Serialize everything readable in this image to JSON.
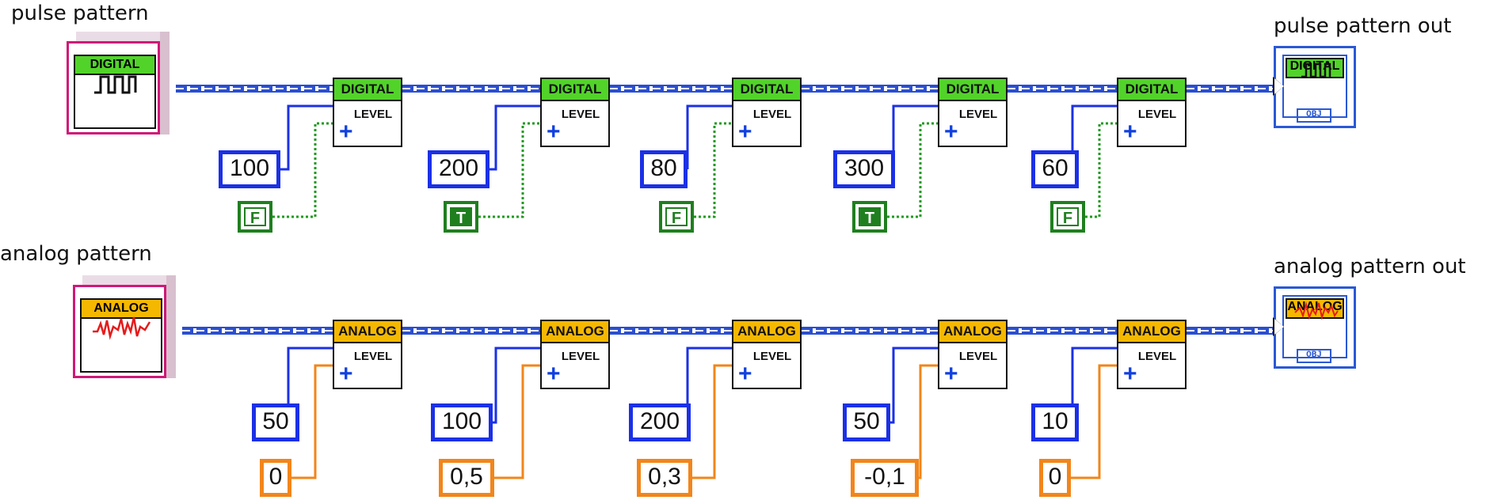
{
  "labels": {
    "pulse_in": "pulse pattern",
    "analog_in": "analog pattern",
    "pulse_out": "pulse pattern out",
    "analog_out": "analog pattern out"
  },
  "type_labels": {
    "digital": "DIGITAL",
    "analog": "ANALOG",
    "level": "LEVEL",
    "obj": "OBJ"
  },
  "digital_row": {
    "counts": [
      "100",
      "200",
      "80",
      "300",
      "60"
    ],
    "levels": [
      "F",
      "T",
      "F",
      "T",
      "F"
    ]
  },
  "analog_row": {
    "counts": [
      "50",
      "100",
      "200",
      "50",
      "10"
    ],
    "levels": [
      "0",
      "0,5",
      "0,3",
      "-0,1",
      "0"
    ]
  },
  "colors": {
    "wire_blue": "#1b30e6",
    "bool_green": "#1f7f1f",
    "orange": "#f2851a",
    "digital_header": "#52d32a",
    "analog_header": "#f5b800",
    "control_border": "#d01877"
  }
}
